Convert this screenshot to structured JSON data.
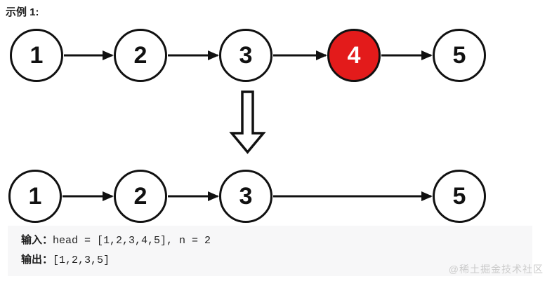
{
  "title": "示例 1:",
  "diagram": {
    "type": "linked-list-transformation",
    "before": {
      "nodes": [
        {
          "label": "1",
          "highlight": false
        },
        {
          "label": "2",
          "highlight": false
        },
        {
          "label": "3",
          "highlight": false
        },
        {
          "label": "4",
          "highlight": true
        },
        {
          "label": "5",
          "highlight": false
        }
      ]
    },
    "transform": "down-arrow",
    "after": {
      "nodes": [
        {
          "label": "1"
        },
        {
          "label": "2"
        },
        {
          "label": "3"
        },
        {
          "label": "5"
        }
      ]
    }
  },
  "io_panel": {
    "input_label": "输入：",
    "input_value": "head = [1,2,3,4,5], n = 2",
    "output_label": "输出：",
    "output_value": "[1,2,3,5]"
  },
  "watermark": "@稀土掘金技术社区",
  "colors": {
    "highlight_red": "#e31b1b",
    "node_stroke": "#111111",
    "panel_background": "#f7f7f8",
    "watermark_gray": "#cbcbcb"
  }
}
